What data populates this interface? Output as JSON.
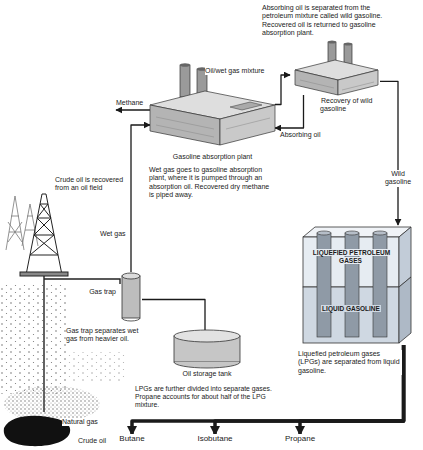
{
  "diagram": {
    "nodes": [
      {
        "text": [
          "Recovery of wild gasoline"
        ]
      },
      {
        "text": [
          "Gasoline absorption plant"
        ]
      },
      {
        "text": [
          "Gas trap"
        ]
      },
      {
        "text": [
          "Oil storage tank"
        ]
      },
      {
        "text": [
          "LIQUEFIED PETROLEUM GASES",
          "LIQUID GASOLINE"
        ]
      },
      {
        "text": [
          "Butane"
        ]
      },
      {
        "text": [
          "Isobutane"
        ]
      },
      {
        "text": [
          "Propane"
        ]
      }
    ],
    "edges": [
      {
        "from": 2,
        "to": 1,
        "label": "Wet gas",
        "arrow": "to"
      },
      {
        "from": 1,
        "to": 0,
        "label": "Oil/wet gas mixture",
        "arrow": "to"
      },
      {
        "from": 0,
        "to": 1,
        "label": "Absorbing oil",
        "arrow": "to"
      },
      {
        "from": 0,
        "to": 4,
        "label": "Wild gasoline",
        "arrow": "to"
      },
      {
        "from": 2,
        "to": 3,
        "arrow": "none"
      },
      {
        "from": 4,
        "to": 5,
        "arrow": "to"
      },
      {
        "from": 4,
        "to": 6,
        "arrow": "to"
      },
      {
        "from": 4,
        "to": 7,
        "arrow": "to"
      }
    ],
    "labels": [
      "Absorbing oil is separated from the petroleum mixture called wild gasoline. Recovered oil is returned to gasoline absorption plant.",
      "Methane",
      "Crude oil is recovered from an oil field",
      "Wet gas goes to gasoline absorption plant, where it is pumped through an absorption oil. Recovered dry methane is piped away.",
      "Gas trap separates wet gas from heavier oil.",
      "Liquefied petroleum gases (LPGs) are separated from liquid gasoline.",
      "LPGs are further divided into separate gases. Propane accounts for about half of the LPG mixture.",
      "Natural gas",
      "Crude oil"
    ]
  }
}
